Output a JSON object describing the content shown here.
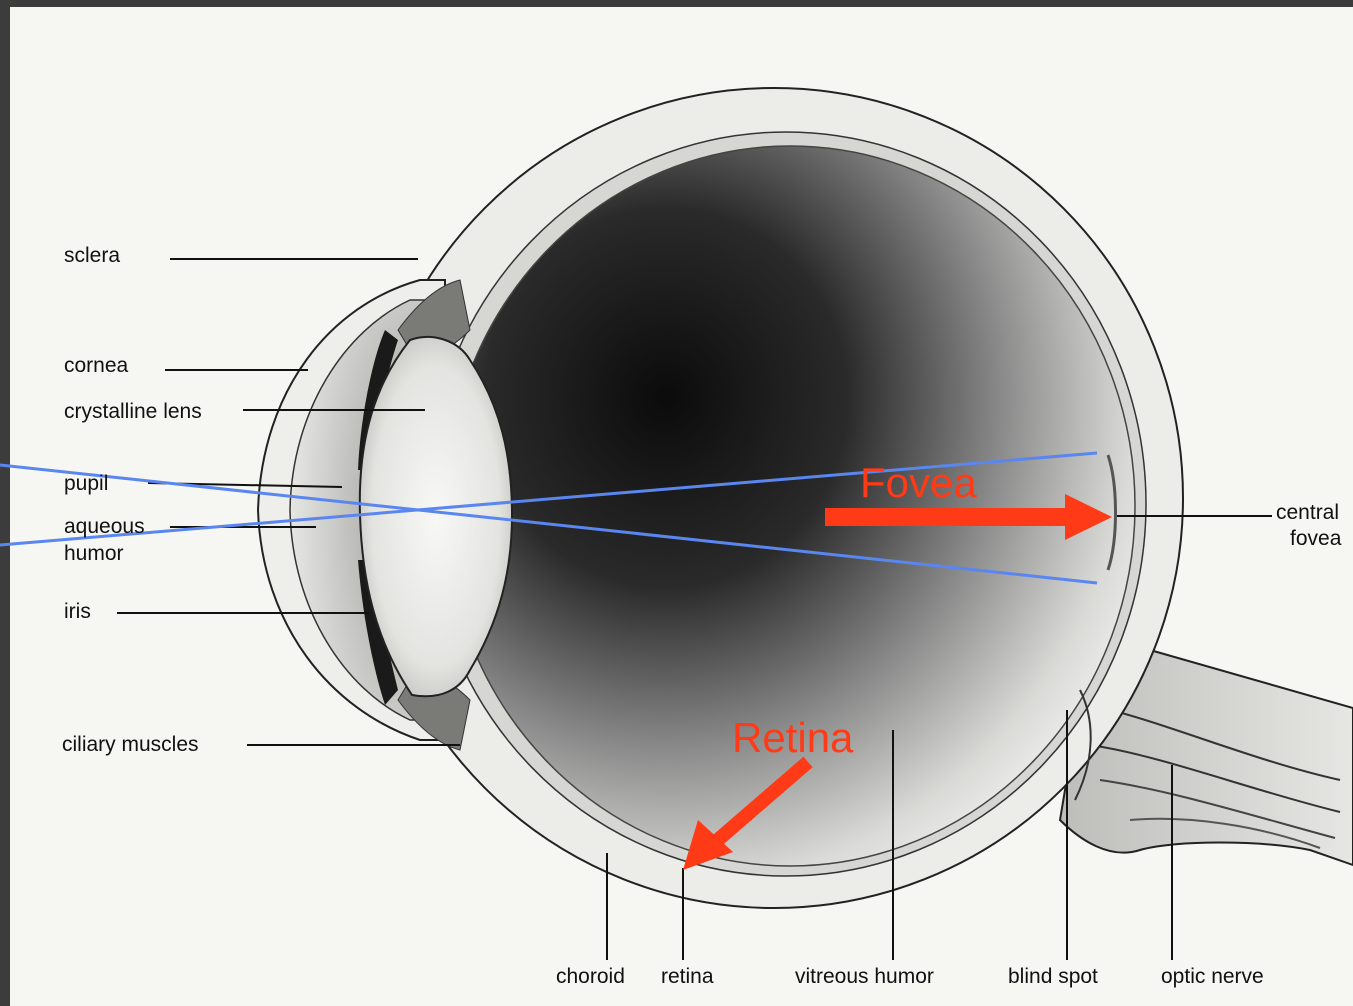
{
  "diagram": {
    "labels": {
      "sclera": "sclera",
      "cornea": "cornea",
      "crystalline_lens": "crystalline  lens",
      "pupil": "pupil",
      "aqueous_humor_1": "aqueous",
      "aqueous_humor_2": "humor",
      "iris": "iris",
      "ciliary_muscles": "ciliary  muscles",
      "central_fovea_1": "central",
      "central_fovea_2": "fovea",
      "choroid": "choroid",
      "retina": "retina",
      "vitreous_humor": "vitreous  humor",
      "blind_spot": "blind  spot",
      "optic_nerve": "optic  nerve"
    },
    "annotations": {
      "fovea": "Fovea",
      "retina": "Retina"
    },
    "colors": {
      "annotation_red": "#ff3a17",
      "ray_blue": "#5a86f0",
      "ink": "#111111",
      "background": "#3c3c3c"
    }
  }
}
